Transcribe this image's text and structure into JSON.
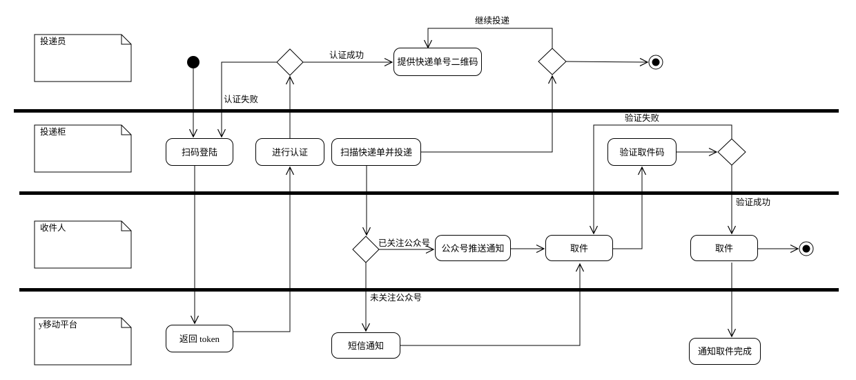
{
  "colors": {
    "stroke": "#000000",
    "node_fill": "#ffffff",
    "lane_divider": "#000000",
    "background": "#ffffff"
  },
  "lanes": [
    {
      "label": "投递员"
    },
    {
      "label": "投递柜"
    },
    {
      "label": "收件人"
    },
    {
      "label": "y移动平台"
    }
  ],
  "nodes": {
    "scan_login": "扫码登陆",
    "do_auth": "进行认证",
    "provide_qr": "提供快递单号二维码",
    "scan_deliver": "扫描快递单并投递",
    "verify_code": "验证取件码",
    "push_notify": "公众号推送通知",
    "pickup_1": "取件",
    "pickup_2": "取件",
    "return_token": "返回 token",
    "sms_notify": "短信通知",
    "notify_done": "通知取件完成"
  },
  "edge_labels": {
    "auth_success": "认证成功",
    "auth_fail": "认证失败",
    "continue_deliver": "继续投递",
    "verify_fail": "验证失败",
    "verify_success": "验证成功",
    "followed": "已关注公众号",
    "not_followed": "未关注公众号"
  },
  "edges": [
    {
      "from": "开始",
      "to": "扫码登陆",
      "label": ""
    },
    {
      "from": "扫码登陆",
      "to": "返回 token",
      "label": ""
    },
    {
      "from": "返回 token",
      "to": "进行认证",
      "label": ""
    },
    {
      "from": "进行认证",
      "to": "认证判断",
      "label": ""
    },
    {
      "from": "认证判断",
      "to": "提供快递单号二维码",
      "label": "认证成功"
    },
    {
      "from": "认证判断",
      "to": "扫码登陆",
      "label": "认证失败"
    },
    {
      "from": "扫描快递单并投递",
      "to": "投递判断",
      "label": ""
    },
    {
      "from": "投递判断",
      "to": "提供快递单号二维码",
      "label": "继续投递"
    },
    {
      "from": "投递判断",
      "to": "结束(投递)",
      "label": ""
    },
    {
      "from": "扫描快递单并投递",
      "to": "关注判断",
      "label": ""
    },
    {
      "from": "关注判断",
      "to": "公众号推送通知",
      "label": "已关注公众号"
    },
    {
      "from": "关注判断",
      "to": "短信通知",
      "label": "未关注公众号"
    },
    {
      "from": "公众号推送通知",
      "to": "取件",
      "label": ""
    },
    {
      "from": "短信通知",
      "to": "取件",
      "label": ""
    },
    {
      "from": "取件",
      "to": "验证取件码",
      "label": ""
    },
    {
      "from": "验证取件码",
      "to": "验证判断",
      "label": ""
    },
    {
      "from": "验证判断",
      "to": "取件",
      "label": "验证失败"
    },
    {
      "from": "验证判断",
      "to": "取件(2)",
      "label": "验证成功"
    },
    {
      "from": "取件(2)",
      "to": "结束(取件)",
      "label": ""
    },
    {
      "from": "取件(2)",
      "to": "通知取件完成",
      "label": ""
    }
  ]
}
